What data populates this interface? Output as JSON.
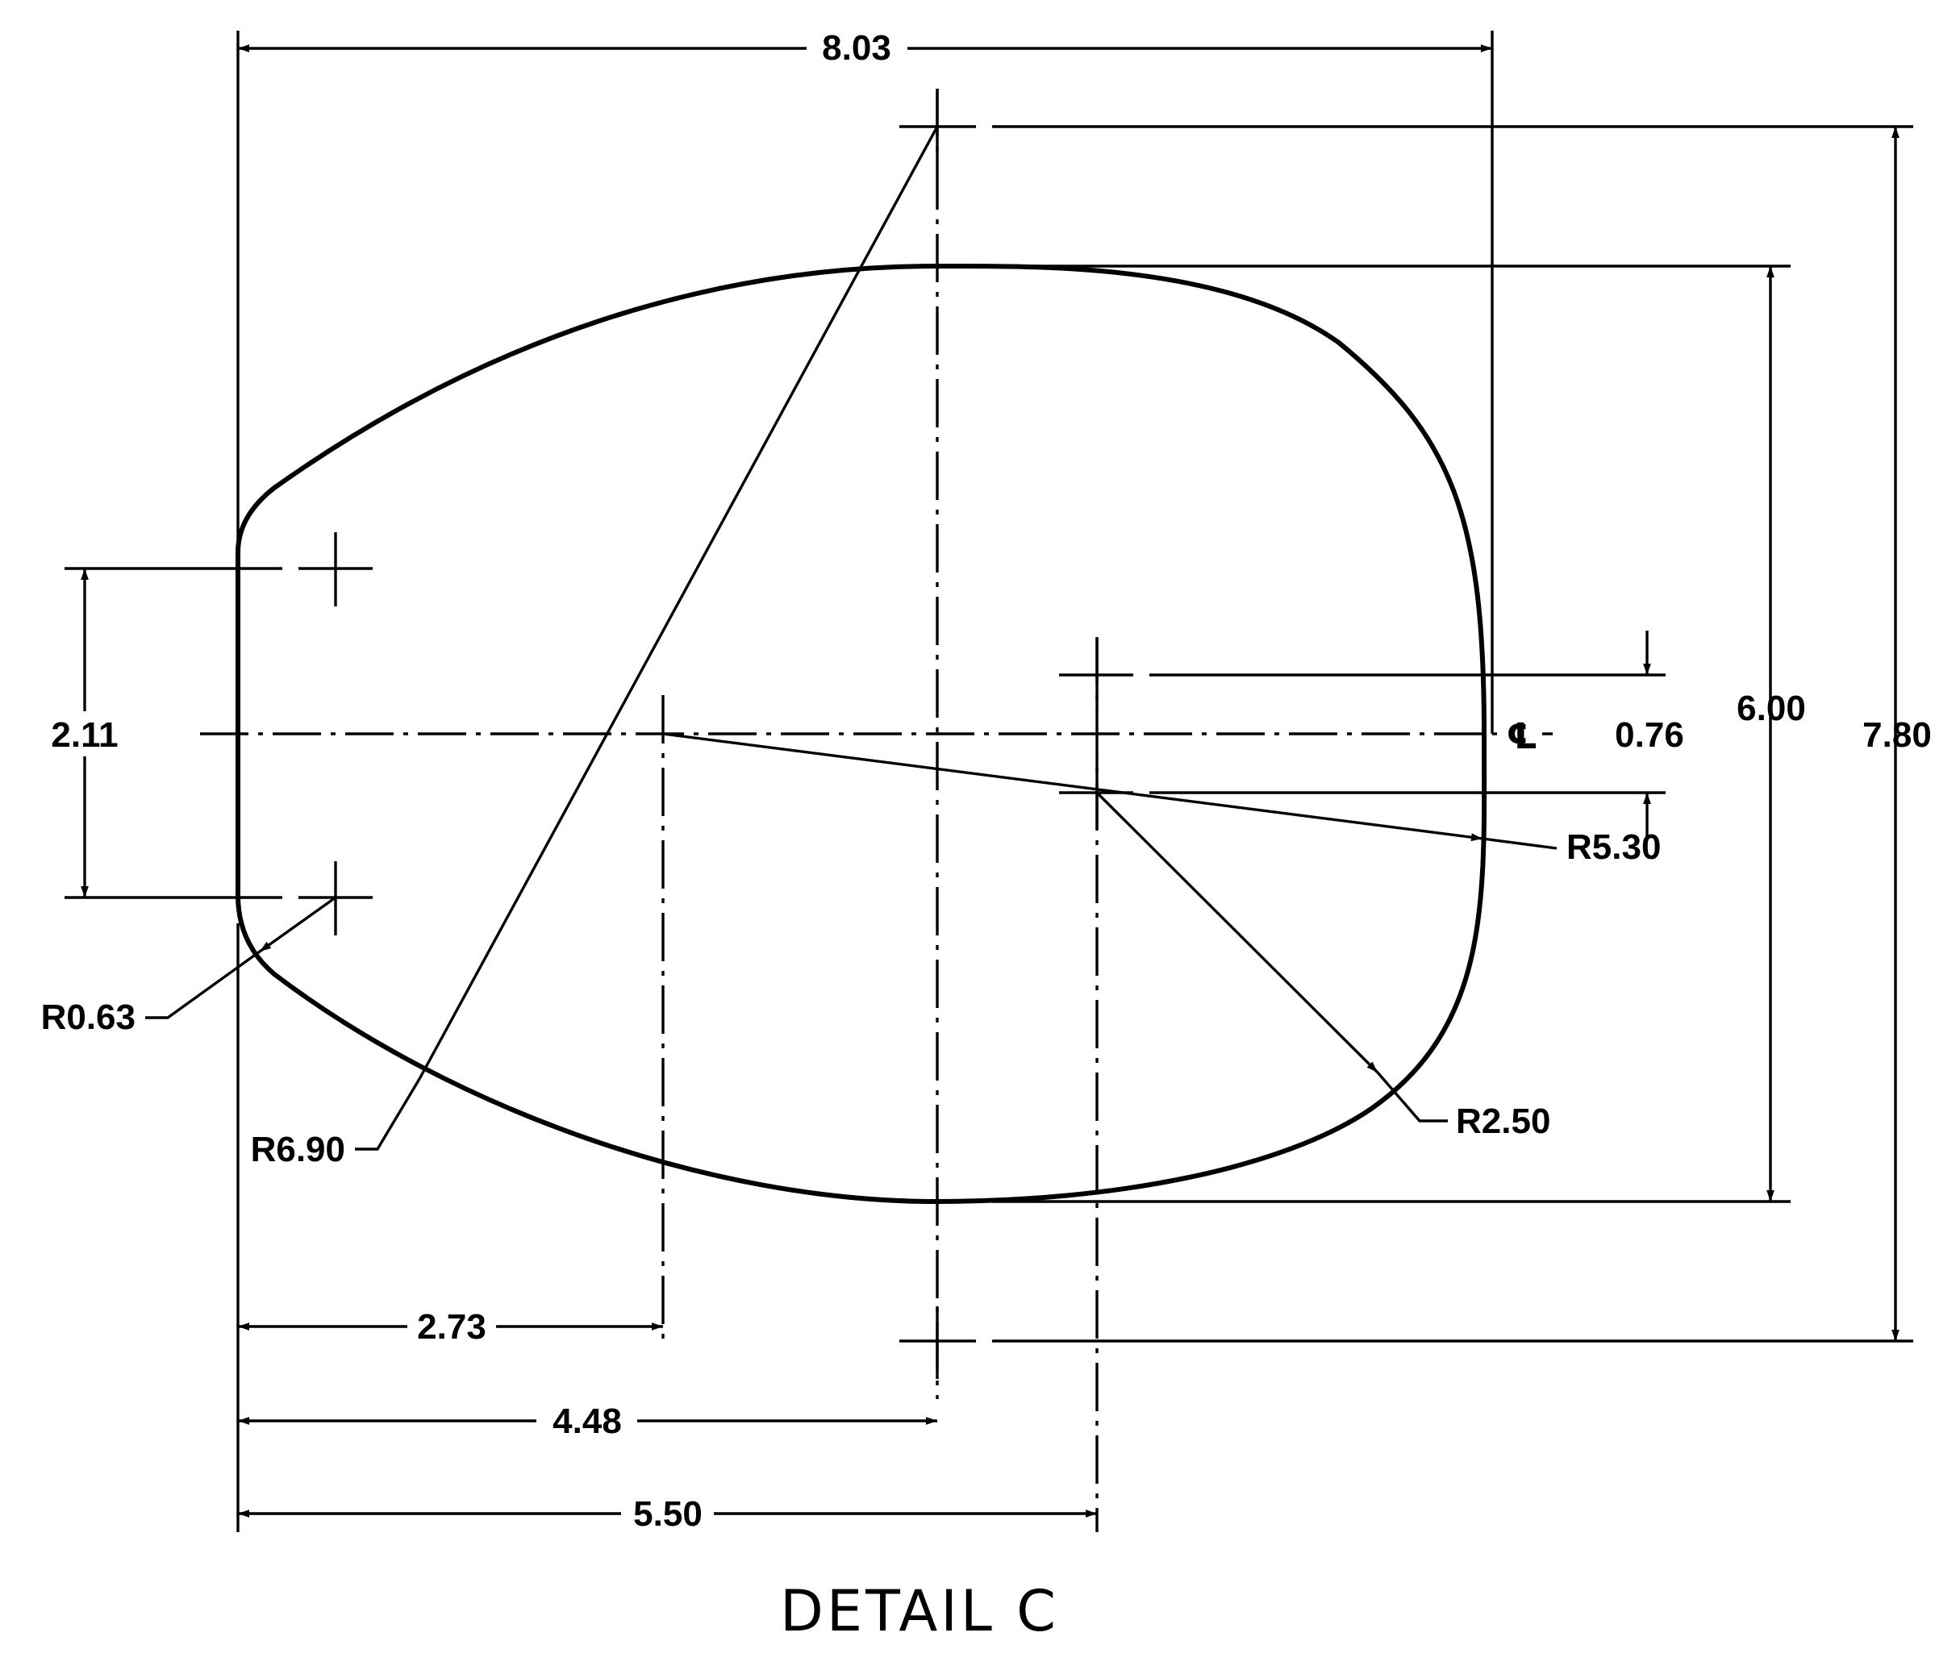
{
  "drawing": {
    "title": "DETAIL C",
    "centerline_symbol": "℄",
    "dimensions": {
      "overall_width": "8.03",
      "overall_height": "7.80",
      "body_height": "6.00",
      "hole_spacing_left": "2.11",
      "offset_right": "0.76",
      "dist_2_73": "2.73",
      "dist_4_48": "4.48",
      "dist_5_50": "5.50"
    },
    "radii": {
      "r_0_63": "R0.63",
      "r_6_90": "R6.90",
      "r_5_30": "R5.30",
      "r_2_50": "R2.50"
    }
  }
}
